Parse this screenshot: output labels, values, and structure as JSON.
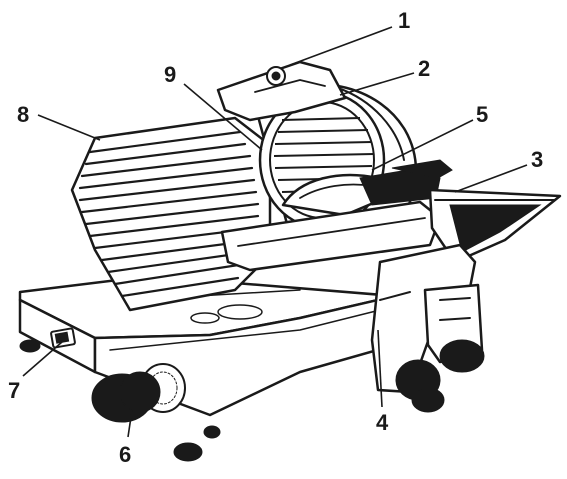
{
  "callouts": [
    {
      "id": "1",
      "text": "1"
    },
    {
      "id": "2",
      "text": "2"
    },
    {
      "id": "3",
      "text": "3"
    },
    {
      "id": "4",
      "text": "4"
    },
    {
      "id": "5",
      "text": "5"
    },
    {
      "id": "6",
      "text": "6"
    },
    {
      "id": "7",
      "text": "7"
    },
    {
      "id": "8",
      "text": "8"
    },
    {
      "id": "9",
      "text": "9"
    }
  ],
  "colors": {
    "ink": "#1a1a1a",
    "background": "#ffffff"
  }
}
